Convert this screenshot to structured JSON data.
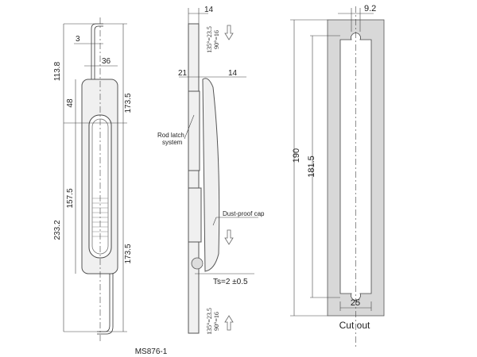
{
  "front_view": {
    "dims": {
      "d113_8": "113.8",
      "d233_2": "233.2",
      "d48": "48",
      "d157_5": "157.5",
      "d173_5_top": "173.5",
      "d173_5_bottom": "173.5",
      "d3": "3",
      "d36": "36"
    }
  },
  "side_view": {
    "dims": {
      "d14_top": "14",
      "d21": "21",
      "d14_right": "14",
      "ts": "Ts=2 ±0.5"
    },
    "stroke_top": {
      "line1": "135°=23.5",
      "line2": "90°=16"
    },
    "stroke_bottom": {
      "line1": "135°=23.5",
      "line2": "90°=16"
    },
    "labels": {
      "rod_latch_1": "Rod latch",
      "rod_latch_2": "system",
      "dust_cap": "Dust-proof cap"
    }
  },
  "cutout_view": {
    "dims": {
      "d9_2": "9.2",
      "d190": "190",
      "d181_5": "181.5",
      "d25": "25"
    },
    "caption": "Cut out"
  },
  "model": "MS876-1"
}
